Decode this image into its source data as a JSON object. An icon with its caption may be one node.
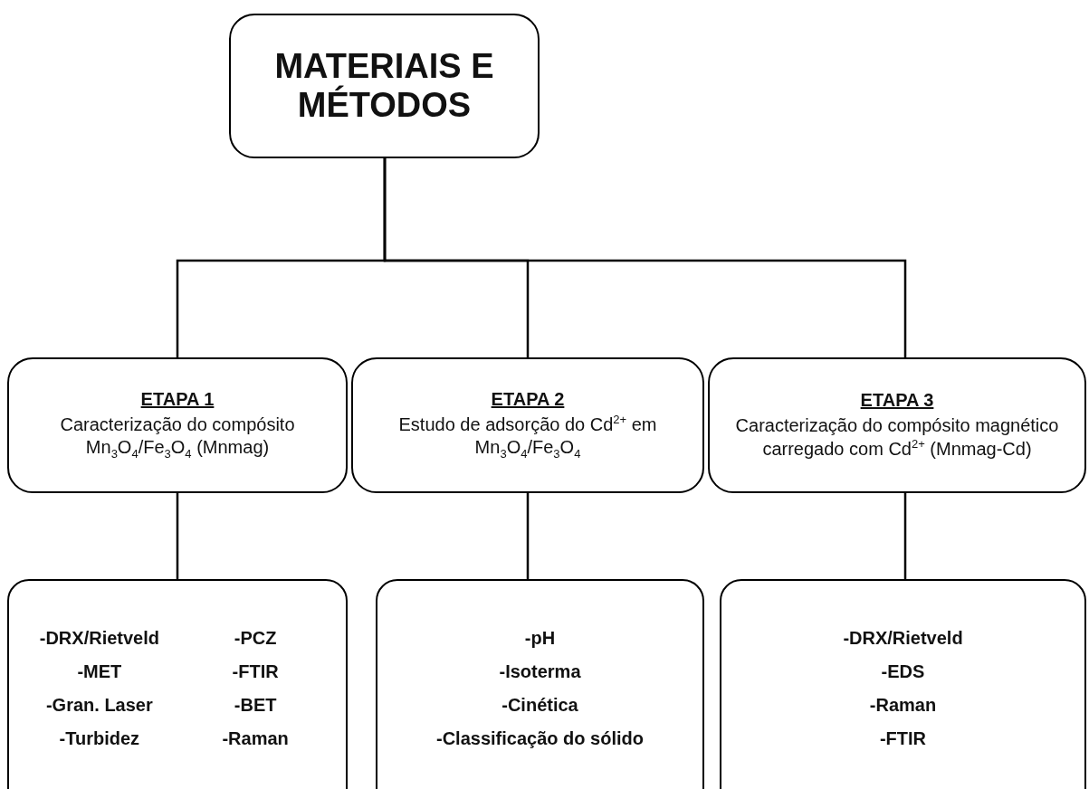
{
  "diagram": {
    "nodes": [
      {
        "text": [
          "MATERIAIS E MÉTODOS"
        ]
      },
      {
        "text": [
          "ETAPA 1",
          "Caracterização do compósito Mn$_{3}$O$_{4}$/Fe$_{3}$O$_{4}$ (Mnmag)"
        ]
      },
      {
        "text": [
          "ETAPA 2",
          "Estudo de adsorção do Cd$^{2+}$ em Mn$_{3}$O$_{4}$/Fe$_{3}$O$_{4}$"
        ]
      },
      {
        "text": [
          "ETAPA 3",
          "Caracterização do compósito magnético carregado com Cd$^{2+}$ (Mnmag-Cd)"
        ]
      },
      {
        "text": [
          "-DRX/Rietveld",
          "-PCZ",
          "-MET",
          "-FTIR",
          "-Gran. Laser",
          "-BET",
          "-Turbidez",
          "-Raman"
        ]
      },
      {
        "text": [
          "-pH",
          "-Isoterma",
          "-Cinética",
          "-Classificação do sólido"
        ]
      },
      {
        "text": [
          "-DRX/Rietveld",
          "-EDS",
          "-Raman",
          "-FTIR"
        ]
      }
    ],
    "edges": [
      {
        "from": 0,
        "to": 1,
        "arrow": "none"
      },
      {
        "from": 0,
        "to": 2,
        "arrow": "none"
      },
      {
        "from": 0,
        "to": 3,
        "arrow": "none"
      },
      {
        "from": 1,
        "to": 4,
        "arrow": "none"
      },
      {
        "from": 2,
        "to": 5,
        "arrow": "none"
      },
      {
        "from": 3,
        "to": 6,
        "arrow": "none"
      }
    ]
  }
}
